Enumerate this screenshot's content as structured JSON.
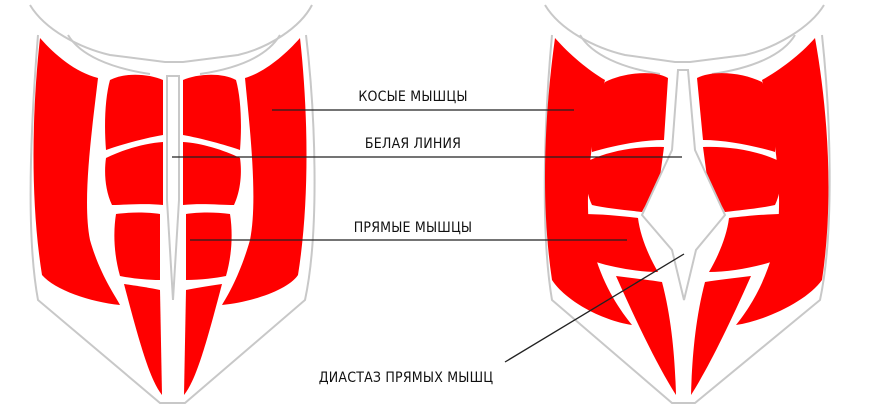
{
  "labels": {
    "oblique": "КОСЫЕ МЫШЦЫ",
    "linea_alba": "БЕЛАЯ ЛИНИЯ",
    "rectus": "ПРЯМЫЕ МЫШЦЫ",
    "diastasis": "ДИАСТАЗ ПРЯМЫХ МЫШЦ"
  },
  "colors": {
    "muscle": "#ff0000",
    "outline": "#c8c8c8",
    "leader": "#222222",
    "label": "#111111"
  },
  "figures": [
    {
      "name": "normal-abdomen",
      "condition": "normal"
    },
    {
      "name": "diastasis-abdomen",
      "condition": "diastasis"
    }
  ]
}
